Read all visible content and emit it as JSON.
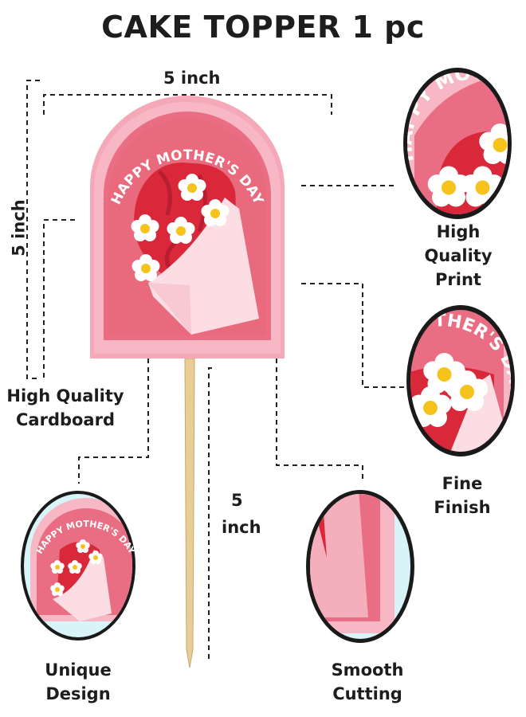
{
  "title": "CAKE TOPPER 1 pc",
  "dimensions": {
    "width_label": "5 inch",
    "height_label": "5 inch",
    "stick_label_number": "5",
    "stick_label_unit": "inch"
  },
  "topper": {
    "text": "HAPPY MOTHER'S DAY",
    "colors": {
      "outer": "#f5a8b8",
      "inner": "#ea6e83",
      "flowers": "#d8283a",
      "wrap": "#fbdde3"
    }
  },
  "features": {
    "print": {
      "line1": "High",
      "line2": "Quality Print"
    },
    "cardboard": {
      "line1": "High Quality",
      "line2": "Cardboard"
    },
    "finish": {
      "line1": "Fine",
      "line2": "Finish"
    },
    "design": {
      "line1": "Unique",
      "line2": "Design"
    },
    "cutting": {
      "line1": "Smooth",
      "line2": "Cutting"
    }
  },
  "zoom_texts": {
    "print": "HAPPY MOTH",
    "finish": "THER'S DAY"
  }
}
